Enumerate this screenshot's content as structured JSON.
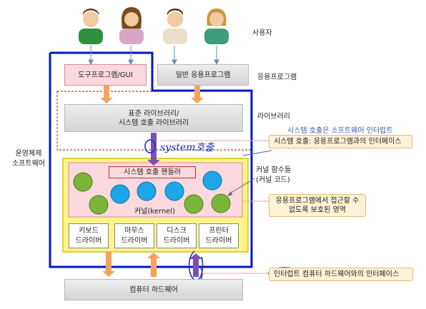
{
  "labels": {
    "users": "사용자",
    "app_programs": "응용프로그램",
    "library": "라이브러리",
    "os_software_line1": "운영체제",
    "os_software_line2": "소프트웨어",
    "kernel_functions_line1": "커널 함수들",
    "kernel_functions_line2": "(커널 코드)",
    "syscall_interrupt": "시스템 호출은 소프트웨어 인터럽트"
  },
  "boxes": {
    "tools_gui": "도구프로그램/GUI",
    "general_apps": "일반 응용프로그램",
    "std_library_line1": "표준 라이브러리/",
    "std_library_line2": "시스템 호출 라이브러리",
    "syscall_handler": "시스템 호출 핸들러",
    "kernel": "커널(kernel)",
    "hardware": "컴퓨터 하드웨어"
  },
  "drivers": [
    {
      "line1": "키보드",
      "line2": "드라이버"
    },
    {
      "line1": "마우스",
      "line2": "드라이버"
    },
    {
      "line1": "디스크",
      "line2": "드라이버"
    },
    {
      "line1": "프린터",
      "line2": "드라이버"
    }
  ],
  "callouts": {
    "syscall_interface": "시스템 호출: 응용프로그램과의 인터페이스",
    "protected_area_line1": "응용프로그램에서 접근할 수",
    "protected_area_line2": "없도록 보호된 영역",
    "hw_interface_prefix": "인터럽트",
    "hw_interface_suffix": "컴퓨터 하드웨어와의 인터페이스"
  },
  "handwriting": {
    "system_call": "system호출"
  },
  "colors": {
    "os_border": "#0019c7",
    "kernel_outer": "#fff38a",
    "kernel_outer_border": "#d9c200",
    "kernel_inner": "#fbd9de",
    "green_circle": "#7ab63a",
    "blue_circle": "#1ea6ea",
    "orange_arrow": "#f4a35a",
    "purple_arrow": "#7b52b3",
    "callout_bg": "#fff2d6",
    "callout_text_blue": "#3b5bb5"
  },
  "icons": {
    "users": [
      "man-user-icon",
      "woman-user-icon",
      "man-user-icon",
      "woman-user-icon"
    ]
  }
}
